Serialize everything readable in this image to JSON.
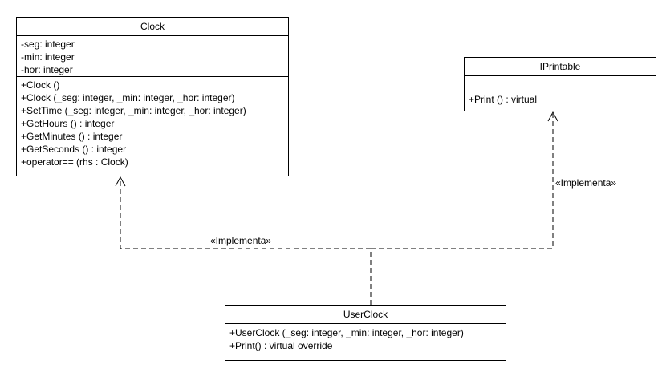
{
  "classes": {
    "clock": {
      "name": "Clock",
      "attributes": [
        "-seg: integer",
        "-min: integer",
        "-hor: integer"
      ],
      "operations": [
        "+Clock ()",
        "+Clock (_seg: integer, _min: integer, _hor: integer)",
        "+SetTime (_seg: integer, _min: integer, _hor: integer)",
        "+GetHours () : integer",
        "+GetMinutes () : integer",
        "+GetSeconds () : integer",
        "+operator== (rhs : Clock)"
      ]
    },
    "iprintable": {
      "name": "IPrintable",
      "attributes": [],
      "operations": [
        "+Print () : virtual"
      ]
    },
    "userclock": {
      "name": "UserClock",
      "operations": [
        "+UserClock (_seg: integer, _min: integer, _hor: integer)",
        "+Print() : virtual override"
      ]
    }
  },
  "relations": [
    {
      "from": "UserClock",
      "to": "Clock",
      "type": "realization",
      "label": "«Implementa»"
    },
    {
      "from": "UserClock",
      "to": "IPrintable",
      "type": "realization",
      "label": "«Implementa»"
    }
  ]
}
